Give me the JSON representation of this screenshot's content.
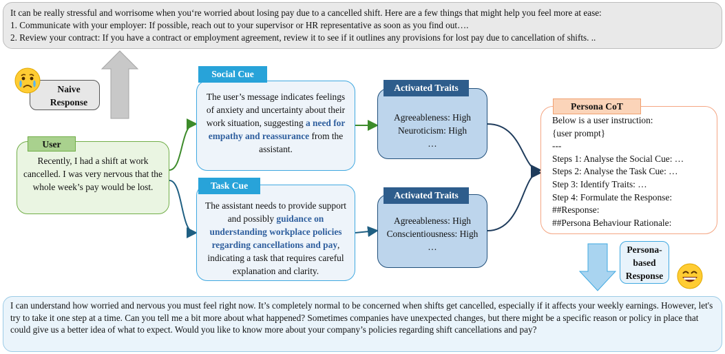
{
  "naive_response": {
    "line1": "It can be really stressful and worrisome when you‘re worried about losing pay due to a cancelled shift. Here are a few things that might help you feel more at ease:",
    "line2": "1. Communicate with your employer: If possible, reach out to your supervisor or HR representative as soon as you find out….",
    "line3": "2. Review your contract: If you have a contract or employment agreement, review it to see if it outlines any provisions for lost pay due to cancellation of shifts. .."
  },
  "naive_label": {
    "line1": "Naive",
    "line2": "Response"
  },
  "user": {
    "tag": "User",
    "text": "Recently, I had a shift at work cancelled. I was very nervous that the whole week’s pay would be lost."
  },
  "social_cue": {
    "tag": "Social Cue",
    "text_pre": "The user’s message indicates feelings of anxiety and uncertainty about their work situation, suggesting ",
    "text_highlight": "a need for empathy and reassurance",
    "text_post": " from the assistant."
  },
  "task_cue": {
    "tag": "Task Cue",
    "text_pre": "The assistant needs to provide support and possibly ",
    "text_highlight": "guidance on understanding workplace policies regarding cancellations and pay",
    "text_post": ", indicating a task that requires careful explanation and clarity."
  },
  "traits_social": {
    "tag": "Activated Traits",
    "line1": "Agreeableness: High",
    "line2": "Neuroticism: High",
    "line3": "…"
  },
  "traits_task": {
    "tag": "Activated Traits",
    "line1": "Agreeableness: High",
    "line2": "Conscientiousness: High",
    "line3": "…"
  },
  "persona_cot": {
    "tag": "Persona CoT",
    "lines": [
      "Below is a user instruction:",
      "{user prompt}",
      "---",
      "Steps 1: Analyse the Social Cue: …",
      "Steps 2: Analyse the Task Cue: …",
      "Step 3: Identify Traits: …",
      "Step 4: Formulate the Response:",
      "##Response:",
      "##Persona Behaviour Rationale:"
    ]
  },
  "persona_label": {
    "line1": "Persona-",
    "line2": "based",
    "line3": "Response"
  },
  "final_response": {
    "text": "I can understand how worried and nervous you must feel right now. It’s completely normal to be concerned when shifts get cancelled, especially if it affects your weekly earnings. However, let's try to take it one step at a time. Can you tell me a bit more about what happened? Sometimes companies have unexpected changes, but there might be a specific reason or policy in place that could give us a better idea of what to expect. Would you like to know more about your company’s policies regarding shift cancellations and pay?"
  },
  "icons": {
    "naive": "crying-face-icon",
    "persona": "grinning-face-icon"
  },
  "colors": {
    "user_green": "#70ad47",
    "cue_blue": "#28a3d9",
    "traits_navy": "#2e5d8c",
    "cot_orange": "#f4a582",
    "highlight_blue": "#2f5f9e"
  }
}
